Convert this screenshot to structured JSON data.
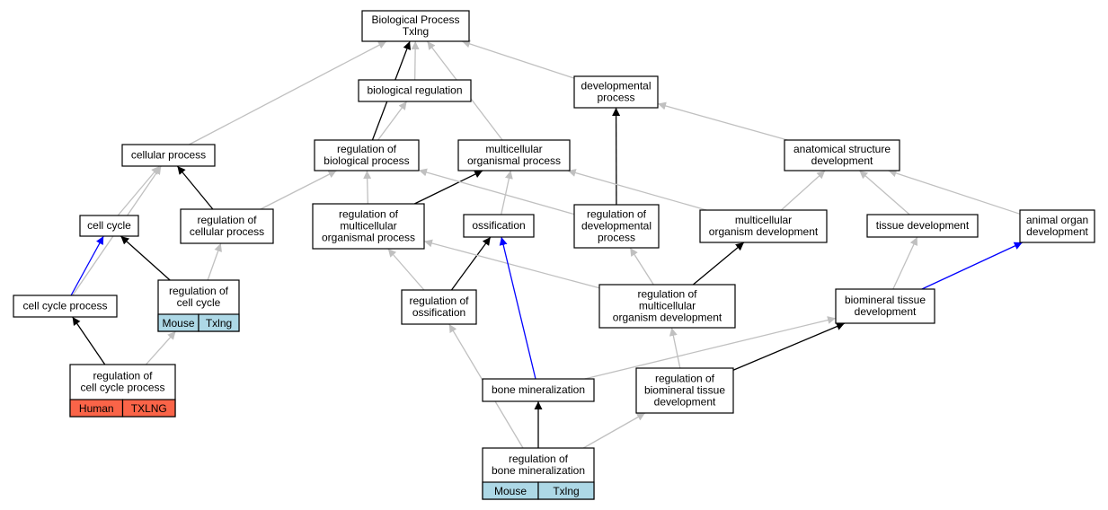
{
  "colors": {
    "gray": "#c0c0c0",
    "black": "#000000",
    "blue": "#0000ff",
    "mouse_bg": "#add8e6",
    "human_bg": "#fa6448"
  },
  "nodes": {
    "biological_process": {
      "lines": [
        "Biological Process",
        "Txlng"
      ]
    },
    "biological_regulation": {
      "lines": [
        "biological regulation"
      ]
    },
    "developmental_process": {
      "lines": [
        "developmental",
        "process"
      ]
    },
    "cellular_process": {
      "lines": [
        "cellular process"
      ]
    },
    "regulation_of_biological_process": {
      "lines": [
        "regulation of",
        "biological process"
      ]
    },
    "multicellular_organismal_process": {
      "lines": [
        "multicellular",
        "organismal process"
      ]
    },
    "anatomical_structure_development": {
      "lines": [
        "anatomical structure",
        "development"
      ]
    },
    "cell_cycle": {
      "lines": [
        "cell cycle"
      ]
    },
    "regulation_of_cellular_process": {
      "lines": [
        "regulation of",
        "cellular process"
      ]
    },
    "regulation_of_multicellular_organismal_process": {
      "lines": [
        "regulation of",
        "multicellular",
        "organismal process"
      ]
    },
    "ossification": {
      "lines": [
        "ossification"
      ]
    },
    "regulation_of_developmental_process": {
      "lines": [
        "regulation of",
        "developmental",
        "process"
      ]
    },
    "multicellular_organism_development": {
      "lines": [
        "multicellular",
        "organism development"
      ]
    },
    "tissue_development": {
      "lines": [
        "tissue development"
      ]
    },
    "animal_organ_development": {
      "lines": [
        "animal organ",
        "development"
      ]
    },
    "cell_cycle_process": {
      "lines": [
        "cell cycle process"
      ]
    },
    "regulation_of_cell_cycle": {
      "lines": [
        "regulation of",
        "cell cycle"
      ],
      "tags": [
        "Mouse",
        "Txlng"
      ],
      "tag_color": "mouse"
    },
    "regulation_of_ossification": {
      "lines": [
        "regulation of",
        "ossification"
      ]
    },
    "regulation_of_multicellular_organism_development": {
      "lines": [
        "regulation of",
        "multicellular",
        "organism development"
      ]
    },
    "biomineral_tissue_development": {
      "lines": [
        "biomineral tissue",
        "development"
      ]
    },
    "regulation_of_cell_cycle_process": {
      "lines": [
        "regulation of",
        "cell cycle process"
      ],
      "tags": [
        "Human",
        "TXLNG"
      ],
      "tag_color": "human"
    },
    "bone_mineralization": {
      "lines": [
        "bone mineralization"
      ]
    },
    "regulation_of_biomineral_tissue_development": {
      "lines": [
        "regulation of",
        "biomineral tissue",
        "development"
      ]
    },
    "regulation_of_bone_mineralization": {
      "lines": [
        "regulation of",
        "bone mineralization"
      ],
      "tags": [
        "Mouse",
        "Txlng"
      ],
      "tag_color": "mouse"
    }
  },
  "edges": [
    {
      "from": "biological_regulation",
      "to": "biological_process",
      "color": "gray"
    },
    {
      "from": "developmental_process",
      "to": "biological_process",
      "color": "gray"
    },
    {
      "from": "cellular_process",
      "to": "biological_process",
      "color": "gray"
    },
    {
      "from": "regulation_of_biological_process",
      "to": "biological_process",
      "color": "black"
    },
    {
      "from": "regulation_of_biological_process",
      "to": "biological_regulation",
      "color": "gray"
    },
    {
      "from": "multicellular_organismal_process",
      "to": "biological_process",
      "color": "gray"
    },
    {
      "from": "anatomical_structure_development",
      "to": "developmental_process",
      "color": "gray"
    },
    {
      "from": "cell_cycle",
      "to": "cellular_process",
      "color": "gray"
    },
    {
      "from": "regulation_of_cellular_process",
      "to": "cellular_process",
      "color": "black"
    },
    {
      "from": "regulation_of_cellular_process",
      "to": "regulation_of_biological_process",
      "color": "gray"
    },
    {
      "from": "regulation_of_multicellular_organismal_process",
      "to": "regulation_of_biological_process",
      "color": "gray"
    },
    {
      "from": "regulation_of_multicellular_organismal_process",
      "to": "multicellular_organismal_process",
      "color": "black"
    },
    {
      "from": "ossification",
      "to": "multicellular_organismal_process",
      "color": "gray"
    },
    {
      "from": "regulation_of_developmental_process",
      "to": "developmental_process",
      "color": "black"
    },
    {
      "from": "regulation_of_developmental_process",
      "to": "regulation_of_biological_process",
      "color": "gray"
    },
    {
      "from": "multicellular_organism_development",
      "to": "multicellular_organismal_process",
      "color": "gray"
    },
    {
      "from": "multicellular_organism_development",
      "to": "anatomical_structure_development",
      "color": "gray"
    },
    {
      "from": "tissue_development",
      "to": "anatomical_structure_development",
      "color": "gray"
    },
    {
      "from": "animal_organ_development",
      "to": "anatomical_structure_development",
      "color": "gray"
    },
    {
      "from": "cell_cycle_process",
      "to": "cell_cycle",
      "color": "blue"
    },
    {
      "from": "cell_cycle_process",
      "to": "cellular_process",
      "color": "gray"
    },
    {
      "from": "regulation_of_cell_cycle",
      "to": "cell_cycle",
      "color": "black"
    },
    {
      "from": "regulation_of_cell_cycle",
      "to": "regulation_of_cellular_process",
      "color": "gray"
    },
    {
      "from": "regulation_of_ossification",
      "to": "ossification",
      "color": "black"
    },
    {
      "from": "regulation_of_ossification",
      "to": "regulation_of_multicellular_organismal_process",
      "color": "gray"
    },
    {
      "from": "regulation_of_multicellular_organism_development",
      "to": "multicellular_organism_development",
      "color": "black"
    },
    {
      "from": "regulation_of_multicellular_organism_development",
      "to": "regulation_of_developmental_process",
      "color": "gray"
    },
    {
      "from": "regulation_of_multicellular_organism_development",
      "to": "regulation_of_multicellular_organismal_process",
      "color": "gray"
    },
    {
      "from": "biomineral_tissue_development",
      "to": "tissue_development",
      "color": "gray"
    },
    {
      "from": "biomineral_tissue_development",
      "to": "animal_organ_development",
      "color": "blue"
    },
    {
      "from": "regulation_of_cell_cycle_process",
      "to": "cell_cycle_process",
      "color": "black"
    },
    {
      "from": "regulation_of_cell_cycle_process",
      "to": "regulation_of_cell_cycle",
      "color": "gray"
    },
    {
      "from": "bone_mineralization",
      "to": "ossification",
      "color": "blue"
    },
    {
      "from": "bone_mineralization",
      "to": "biomineral_tissue_development",
      "color": "gray"
    },
    {
      "from": "regulation_of_biomineral_tissue_development",
      "to": "biomineral_tissue_development",
      "color": "black"
    },
    {
      "from": "regulation_of_biomineral_tissue_development",
      "to": "regulation_of_multicellular_organism_development",
      "color": "gray"
    },
    {
      "from": "regulation_of_bone_mineralization",
      "to": "bone_mineralization",
      "color": "black"
    },
    {
      "from": "regulation_of_bone_mineralization",
      "to": "regulation_of_ossification",
      "color": "gray"
    },
    {
      "from": "regulation_of_bone_mineralization",
      "to": "regulation_of_biomineral_tissue_development",
      "color": "gray"
    }
  ]
}
